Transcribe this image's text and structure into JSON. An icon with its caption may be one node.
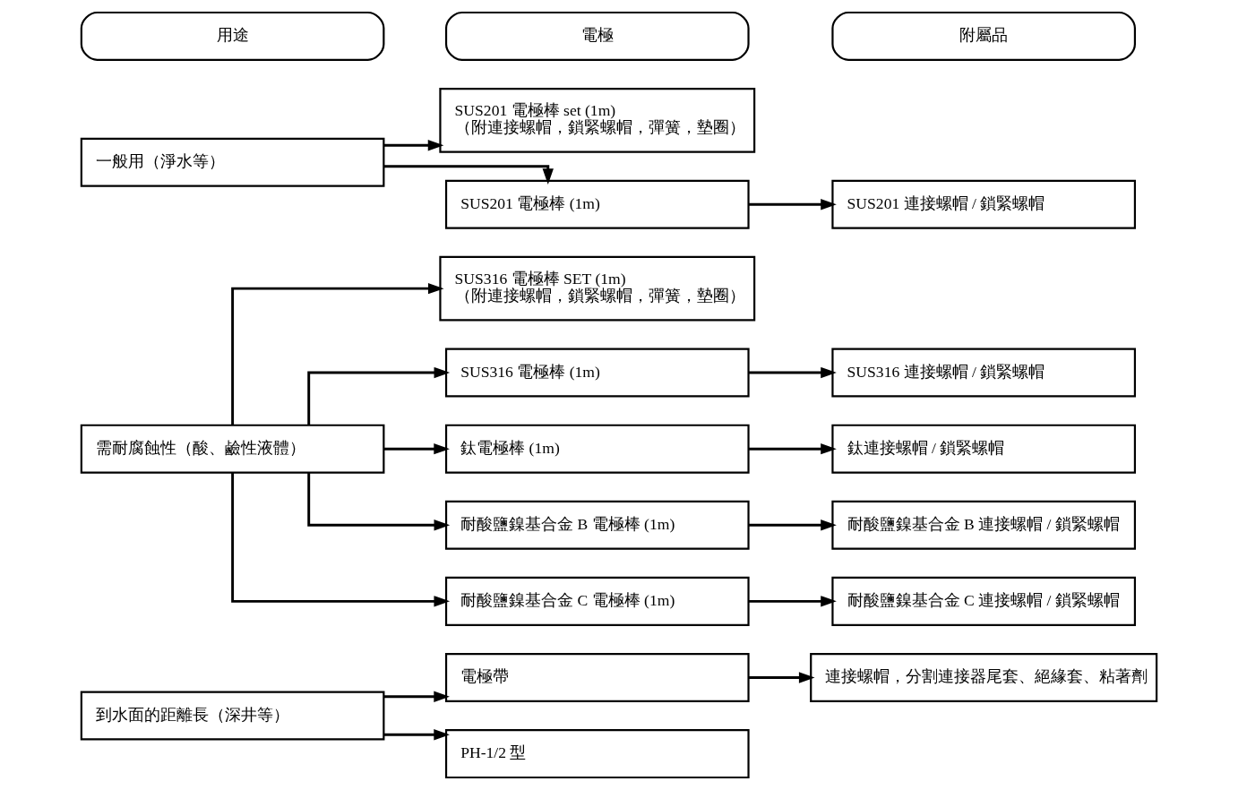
{
  "diagram": {
    "nodes": [
      {
        "text": [
          "用途"
        ]
      },
      {
        "text": [
          "電極"
        ]
      },
      {
        "text": [
          "附屬品"
        ]
      },
      {
        "text": [
          "一般用（淨水等）"
        ]
      },
      {
        "text": [
          "SUS201 電極棒 set (1m)",
          "（附連接螺帽，鎖緊螺帽，彈簧，墊圈）"
        ]
      },
      {
        "text": [
          "SUS201 電極棒 (1m)"
        ]
      },
      {
        "text": [
          "SUS201 連接螺帽 / 鎖緊螺帽"
        ]
      },
      {
        "text": [
          "需耐腐蝕性（酸、鹼性液體）"
        ]
      },
      {
        "text": [
          "SUS316 電極棒 SET (1m)",
          "（附連接螺帽，鎖緊螺帽，彈簧，墊圈）"
        ]
      },
      {
        "text": [
          "SUS316 電極棒 (1m)"
        ]
      },
      {
        "text": [
          "SUS316 連接螺帽 / 鎖緊螺帽"
        ]
      },
      {
        "text": [
          "鈦電極棒 (1m)"
        ]
      },
      {
        "text": [
          "鈦連接螺帽 / 鎖緊螺帽"
        ]
      },
      {
        "text": [
          "耐酸鹽鎳基合金 B 電極棒 (1m)"
        ]
      },
      {
        "text": [
          "耐酸鹽鎳基合金 B 連接螺帽 / 鎖緊螺帽"
        ]
      },
      {
        "text": [
          "耐酸鹽鎳基合金 C 電極棒 (1m)"
        ]
      },
      {
        "text": [
          "耐酸鹽鎳基合金 C 連接螺帽 / 鎖緊螺帽"
        ]
      },
      {
        "text": [
          "到水面的距離長（深井等）"
        ]
      },
      {
        "text": [
          "電極帶"
        ]
      },
      {
        "text": [
          "連接螺帽，分割連接器尾套、絕緣套、粘著劑"
        ]
      },
      {
        "text": [
          "PH-1/2 型"
        ]
      }
    ],
    "edges": [
      {
        "from": 3,
        "to": 4,
        "arrow": "to"
      },
      {
        "from": 3,
        "to": 5,
        "arrow": "to"
      },
      {
        "from": 5,
        "to": 6,
        "arrow": "to"
      },
      {
        "from": 7,
        "to": 8,
        "arrow": "to"
      },
      {
        "from": 7,
        "to": 9,
        "arrow": "to"
      },
      {
        "from": 9,
        "to": 10,
        "arrow": "to"
      },
      {
        "from": 7,
        "to": 11,
        "arrow": "to"
      },
      {
        "from": 11,
        "to": 12,
        "arrow": "to"
      },
      {
        "from": 7,
        "to": 13,
        "arrow": "to"
      },
      {
        "from": 13,
        "to": 14,
        "arrow": "to"
      },
      {
        "from": 7,
        "to": 15,
        "arrow": "to"
      },
      {
        "from": 15,
        "to": 16,
        "arrow": "to"
      },
      {
        "from": 17,
        "to": 18,
        "arrow": "to"
      },
      {
        "from": 18,
        "to": 19,
        "arrow": "to"
      },
      {
        "from": 17,
        "to": 20,
        "arrow": "to"
      }
    ]
  }
}
